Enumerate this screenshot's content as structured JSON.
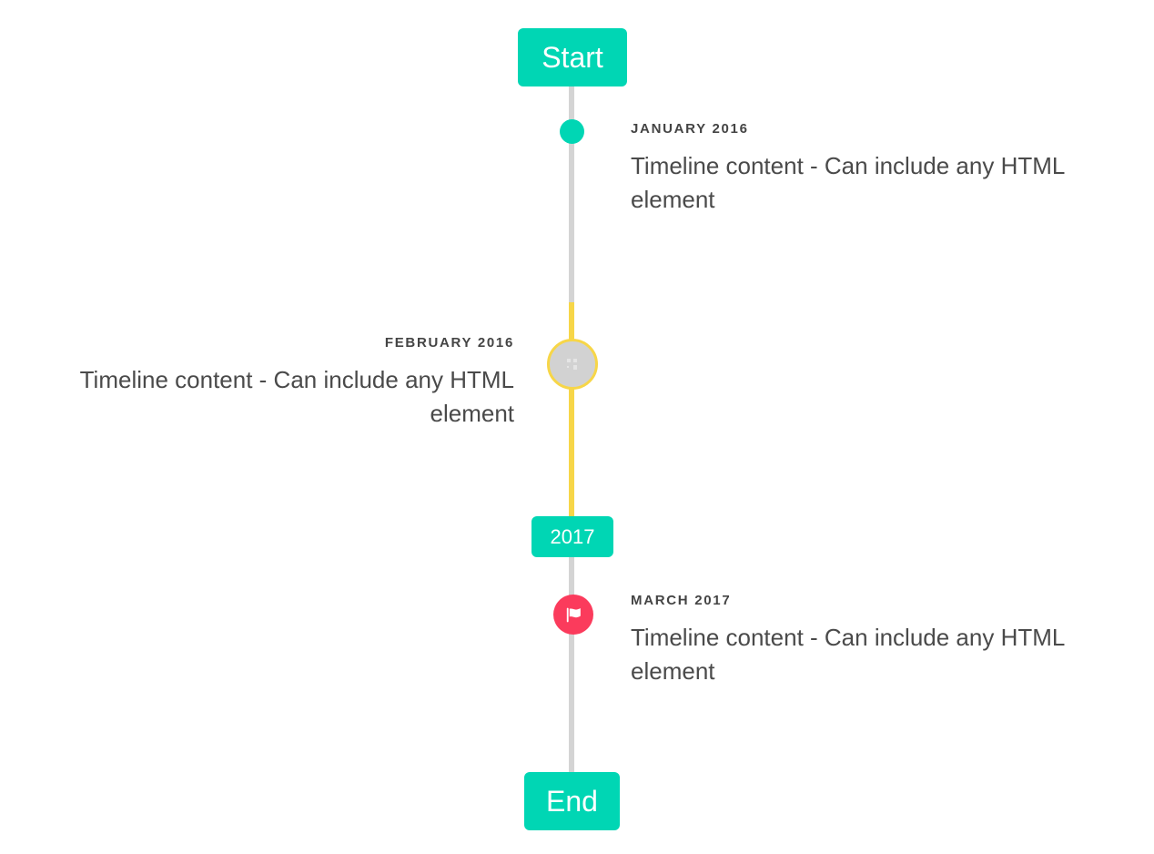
{
  "theme": {
    "accent": "#00D6B4",
    "highlight": "#F7D648",
    "flag": "#FB3B5C",
    "line": "#D4D4D4",
    "label_text": "#444444",
    "body_text": "#4A4A4A",
    "background": "#FFFFFF"
  },
  "timeline": {
    "start_badge": "Start",
    "end_badge": "End",
    "year_badge": "2017",
    "events": [
      {
        "label": "JANUARY 2016",
        "body": "Timeline content - Can include any HTML element",
        "side": "right",
        "marker": "dot-marker"
      },
      {
        "label": "FEBRUARY 2016",
        "body": "Timeline content - Can include any HTML element",
        "side": "left",
        "marker": "image-marker"
      },
      {
        "label": "MARCH 2017",
        "body": "Timeline content - Can include any HTML element",
        "side": "right",
        "marker": "flag-marker"
      }
    ]
  }
}
